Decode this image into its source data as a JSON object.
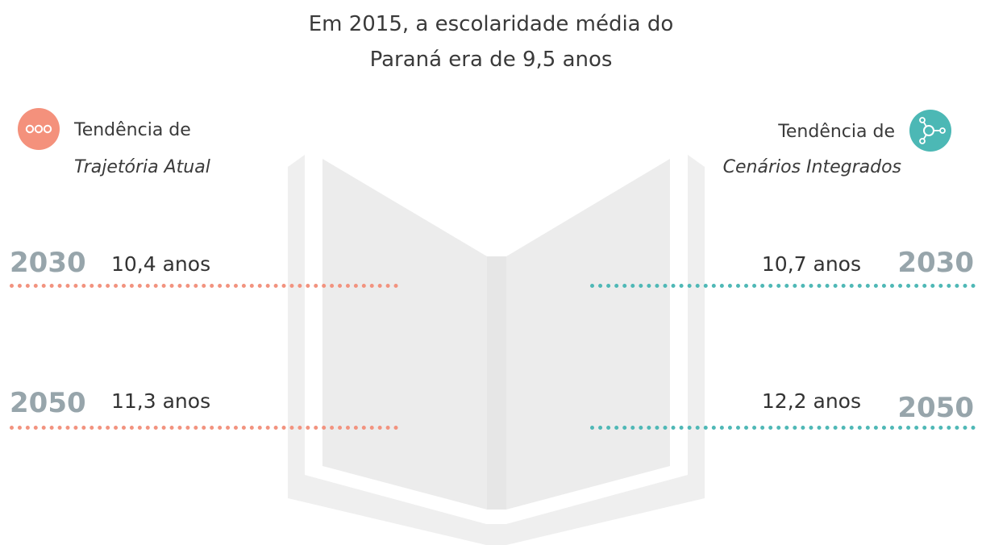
{
  "title_line1": "Em 2015, a escolaridade média do",
  "title_line2": "Paraná era de 9,5 anos",
  "left": {
    "heading": "Tendência de",
    "name": "Trajetória Atual",
    "icon": "three-dots-icon",
    "color": "#f4917c",
    "rows": [
      {
        "year": "2030",
        "value": "10,4 anos"
      },
      {
        "year": "2050",
        "value": "11,3 anos"
      }
    ]
  },
  "right": {
    "heading": "Tendência de",
    "name": "Cenários Integrados",
    "icon": "network-nodes-icon",
    "color": "#4cb8b5",
    "rows": [
      {
        "year": "2030",
        "value": "10,7 anos"
      },
      {
        "year": "2050",
        "value": "12,2 anos"
      }
    ]
  },
  "colors": {
    "year_gray": "#97a5ab",
    "book_gray": "#eeeeee"
  }
}
